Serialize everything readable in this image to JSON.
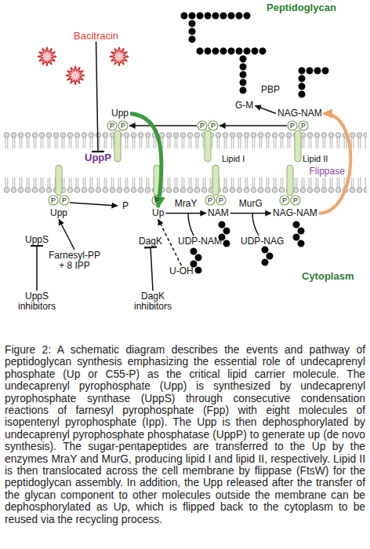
{
  "diagram": {
    "caption": "Figure 2: A schematic diagram describes the events and pathway of peptidoglycan synthesis emphasizing the essential role of undecaprenyl phosphate (Up or C55-P) as the critical lipid carrier molecule. The undecaprenyl pyrophosphate (Upp) is synthesized by undecaprenyl pyrophosphate synthase (UppS) through consecutive condensation reactions of farnesyl pyrophosphate (Fpp) with eight molecules of isopentenyl pyrophosphate (Ipp). The Upp is then dephosphorylated by undecaprenyl pyrophosphate phosphatase (UppP) to generate up (de novo synthesis). The sugar-pentapeptides are transferred to the Up by the enzymes MraY and MurG, producing lipid I and lipid II, respectively. Lipid II is then translocated across the cell membrane by flippase (FtsW) for the peptidoglycan assembly. In addition, the Upp released after the transfer of the glycan component to other molecules outside the membrane can be dephosphorylated as Up, which is flipped back to the cytoplasm to be reused via the recycling process.",
    "nodes": [
      {
        "text": [
          "Upp"
        ]
      },
      {
        "text": [
          "NAG-NAM"
        ]
      },
      {
        "text": [
          "G-M"
        ]
      },
      {
        "text": [
          "Bacitracin"
        ]
      },
      {
        "text": [
          "UppP"
        ]
      },
      {
        "text": [
          "Upp"
        ]
      },
      {
        "text": [
          "Up"
        ]
      },
      {
        "text": [
          "NAM"
        ]
      },
      {
        "text": [
          "NAG-NAM"
        ]
      },
      {
        "text": [
          "UDP-NAM"
        ]
      },
      {
        "text": [
          "UDP-NAG"
        ]
      },
      {
        "text": [
          "UppS"
        ]
      },
      {
        "text": [
          "Farnesyl-PP + 8 IPP"
        ]
      },
      {
        "text": [
          "UppS inhibitors"
        ]
      },
      {
        "text": [
          "DagK"
        ]
      },
      {
        "text": [
          "U-OH"
        ]
      },
      {
        "text": [
          "DagK inhibitors"
        ]
      }
    ],
    "edges": [
      {
        "from": 0,
        "to": 6,
        "arrow": "to"
      },
      {
        "from": 3,
        "to": 4,
        "arrow": "none"
      },
      {
        "from": 6,
        "to": 7,
        "arrow": "to",
        "label": "MraY"
      },
      {
        "from": 7,
        "to": 8,
        "arrow": "to",
        "label": "MurG"
      },
      {
        "from": 8,
        "to": 1,
        "arrow": "to",
        "label": "Flippase"
      },
      {
        "from": 1,
        "to": 2,
        "arrow": "to"
      },
      {
        "from": 12,
        "to": 5,
        "arrow": "to"
      },
      {
        "from": 13,
        "to": 11,
        "arrow": "none"
      },
      {
        "from": 15,
        "to": 6,
        "arrow": "to"
      },
      {
        "from": 16,
        "to": 14,
        "arrow": "none"
      }
    ],
    "labels": [
      "Peptidoglycan",
      "PBP",
      "Lipid I",
      "Lipid II",
      "Cytoplasm",
      "P",
      "P",
      "P",
      "P",
      "P",
      "P",
      "P",
      "P",
      "P",
      "P",
      "P",
      "P",
      "P",
      "P"
    ]
  }
}
